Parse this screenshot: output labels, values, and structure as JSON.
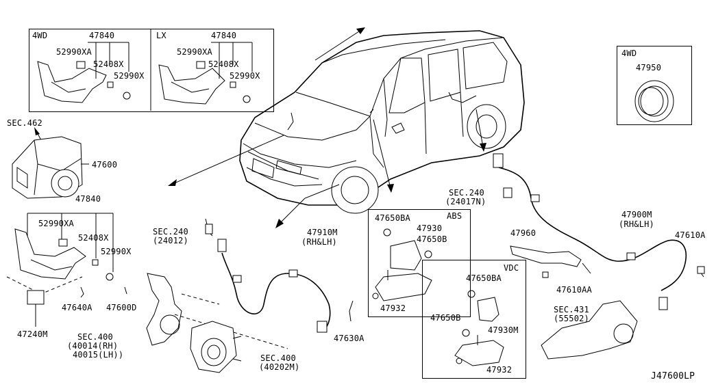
{
  "diagram_code": "J47600LP",
  "inset_4wd_lx": {
    "left_tag": "4WD",
    "right_tag": "LX",
    "left": {
      "part": "47840",
      "a": "52990XA",
      "b": "52408X",
      "c": "52990X"
    },
    "right": {
      "part": "47840",
      "a": "52990XA",
      "b": "52408X",
      "c": "52990X"
    }
  },
  "inset_4wd_ring": {
    "tag": "4WD",
    "part": "47950"
  },
  "abs_unit": {
    "sec": "SEC.462",
    "part": "47600"
  },
  "bracket_group": {
    "part": "47840",
    "a": "52990XA",
    "b": "52408X",
    "c": "52990X",
    "bolt1": "47640A",
    "bolt2": "47600D",
    "sensor": "47240M"
  },
  "front": {
    "sec_connector": "SEC.240",
    "sec_connector_sub": "(24012)",
    "sensor_part": "47910M",
    "sensor_side": "(RH&LH)",
    "bolt": "47630A",
    "knuckle_sec": "SEC.400",
    "knuckle_rh": "(40014(RH)",
    "knuckle_lh": "40015(LH))",
    "hub_sec": "SEC.400",
    "hub_sub": "(40202M)"
  },
  "abs_box": {
    "tag": "ABS",
    "p1": "47650BA",
    "p2": "47930",
    "p3": "47650B",
    "p4": "47932"
  },
  "vdc_box": {
    "tag": "VDC",
    "p1": "47650BA",
    "p2": "47650B",
    "p3": "47930M",
    "p4": "47932"
  },
  "rear": {
    "sec_connector": "SEC.240",
    "sec_connector_sub": "(24017N)",
    "sensor_part": "47900M",
    "sensor_side": "(RH&LH)",
    "bracket": "47960",
    "bolt_a": "47610A",
    "bolt_aa": "47610AA",
    "axle_sec": "SEC.431",
    "axle_sub": "(55502)"
  }
}
